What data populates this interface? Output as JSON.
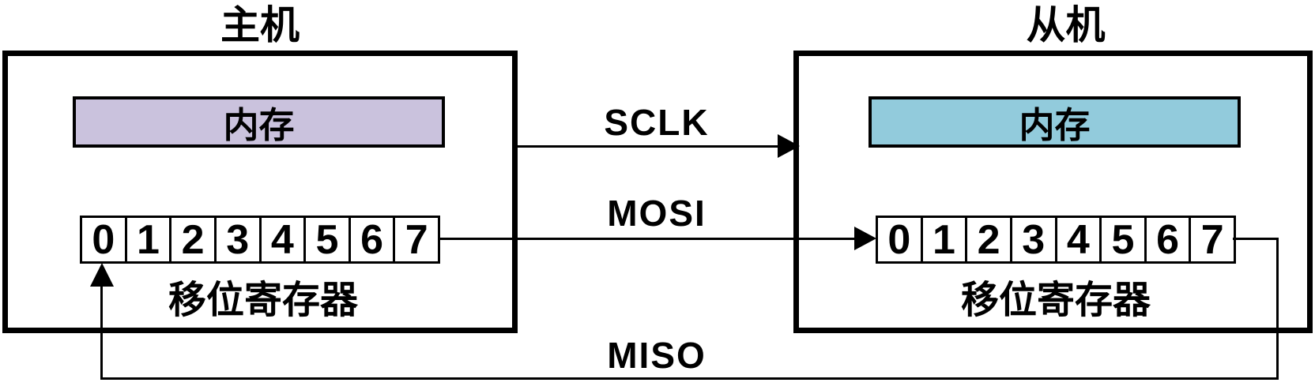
{
  "diagram": {
    "master": {
      "title": "主机",
      "memory_label": "内存",
      "register_label": "移位寄存器",
      "register_bits": [
        "0",
        "1",
        "2",
        "3",
        "4",
        "5",
        "6",
        "7"
      ],
      "memory_fill": "#cac2dd"
    },
    "slave": {
      "title": "从机",
      "memory_label": "内存",
      "register_label": "移位寄存器",
      "register_bits": [
        "0",
        "1",
        "2",
        "3",
        "4",
        "5",
        "6",
        "7"
      ],
      "memory_fill": "#92cbdc"
    },
    "signals": {
      "sclk_label": "SCLK",
      "mosi_label": "MOSI",
      "miso_label": "MISO"
    },
    "line_color": "#000000",
    "background_color": "#ffffff"
  }
}
